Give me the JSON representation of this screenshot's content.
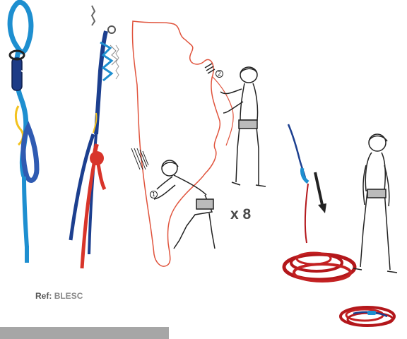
{
  "reference": {
    "prefix": "Ref",
    "separator": ": ",
    "code": "BLESC"
  },
  "repeat_label": "x 8",
  "steps": [
    "1",
    "2"
  ],
  "colors": {
    "blue_sling": "#1e8fd0",
    "dark_blue_sling": "#1c3f8f",
    "red_rope": "#d8342a",
    "dark_red_coil": "#b3171b",
    "orange_line": "#e0533c",
    "lines": "#222222",
    "bar": "#a6a6a6"
  },
  "icons": [
    "sling-blue",
    "sling-navy-red",
    "climber-pulling-rope",
    "climber-hands-up",
    "rope-coil",
    "rope-pile",
    "down-arrow"
  ]
}
